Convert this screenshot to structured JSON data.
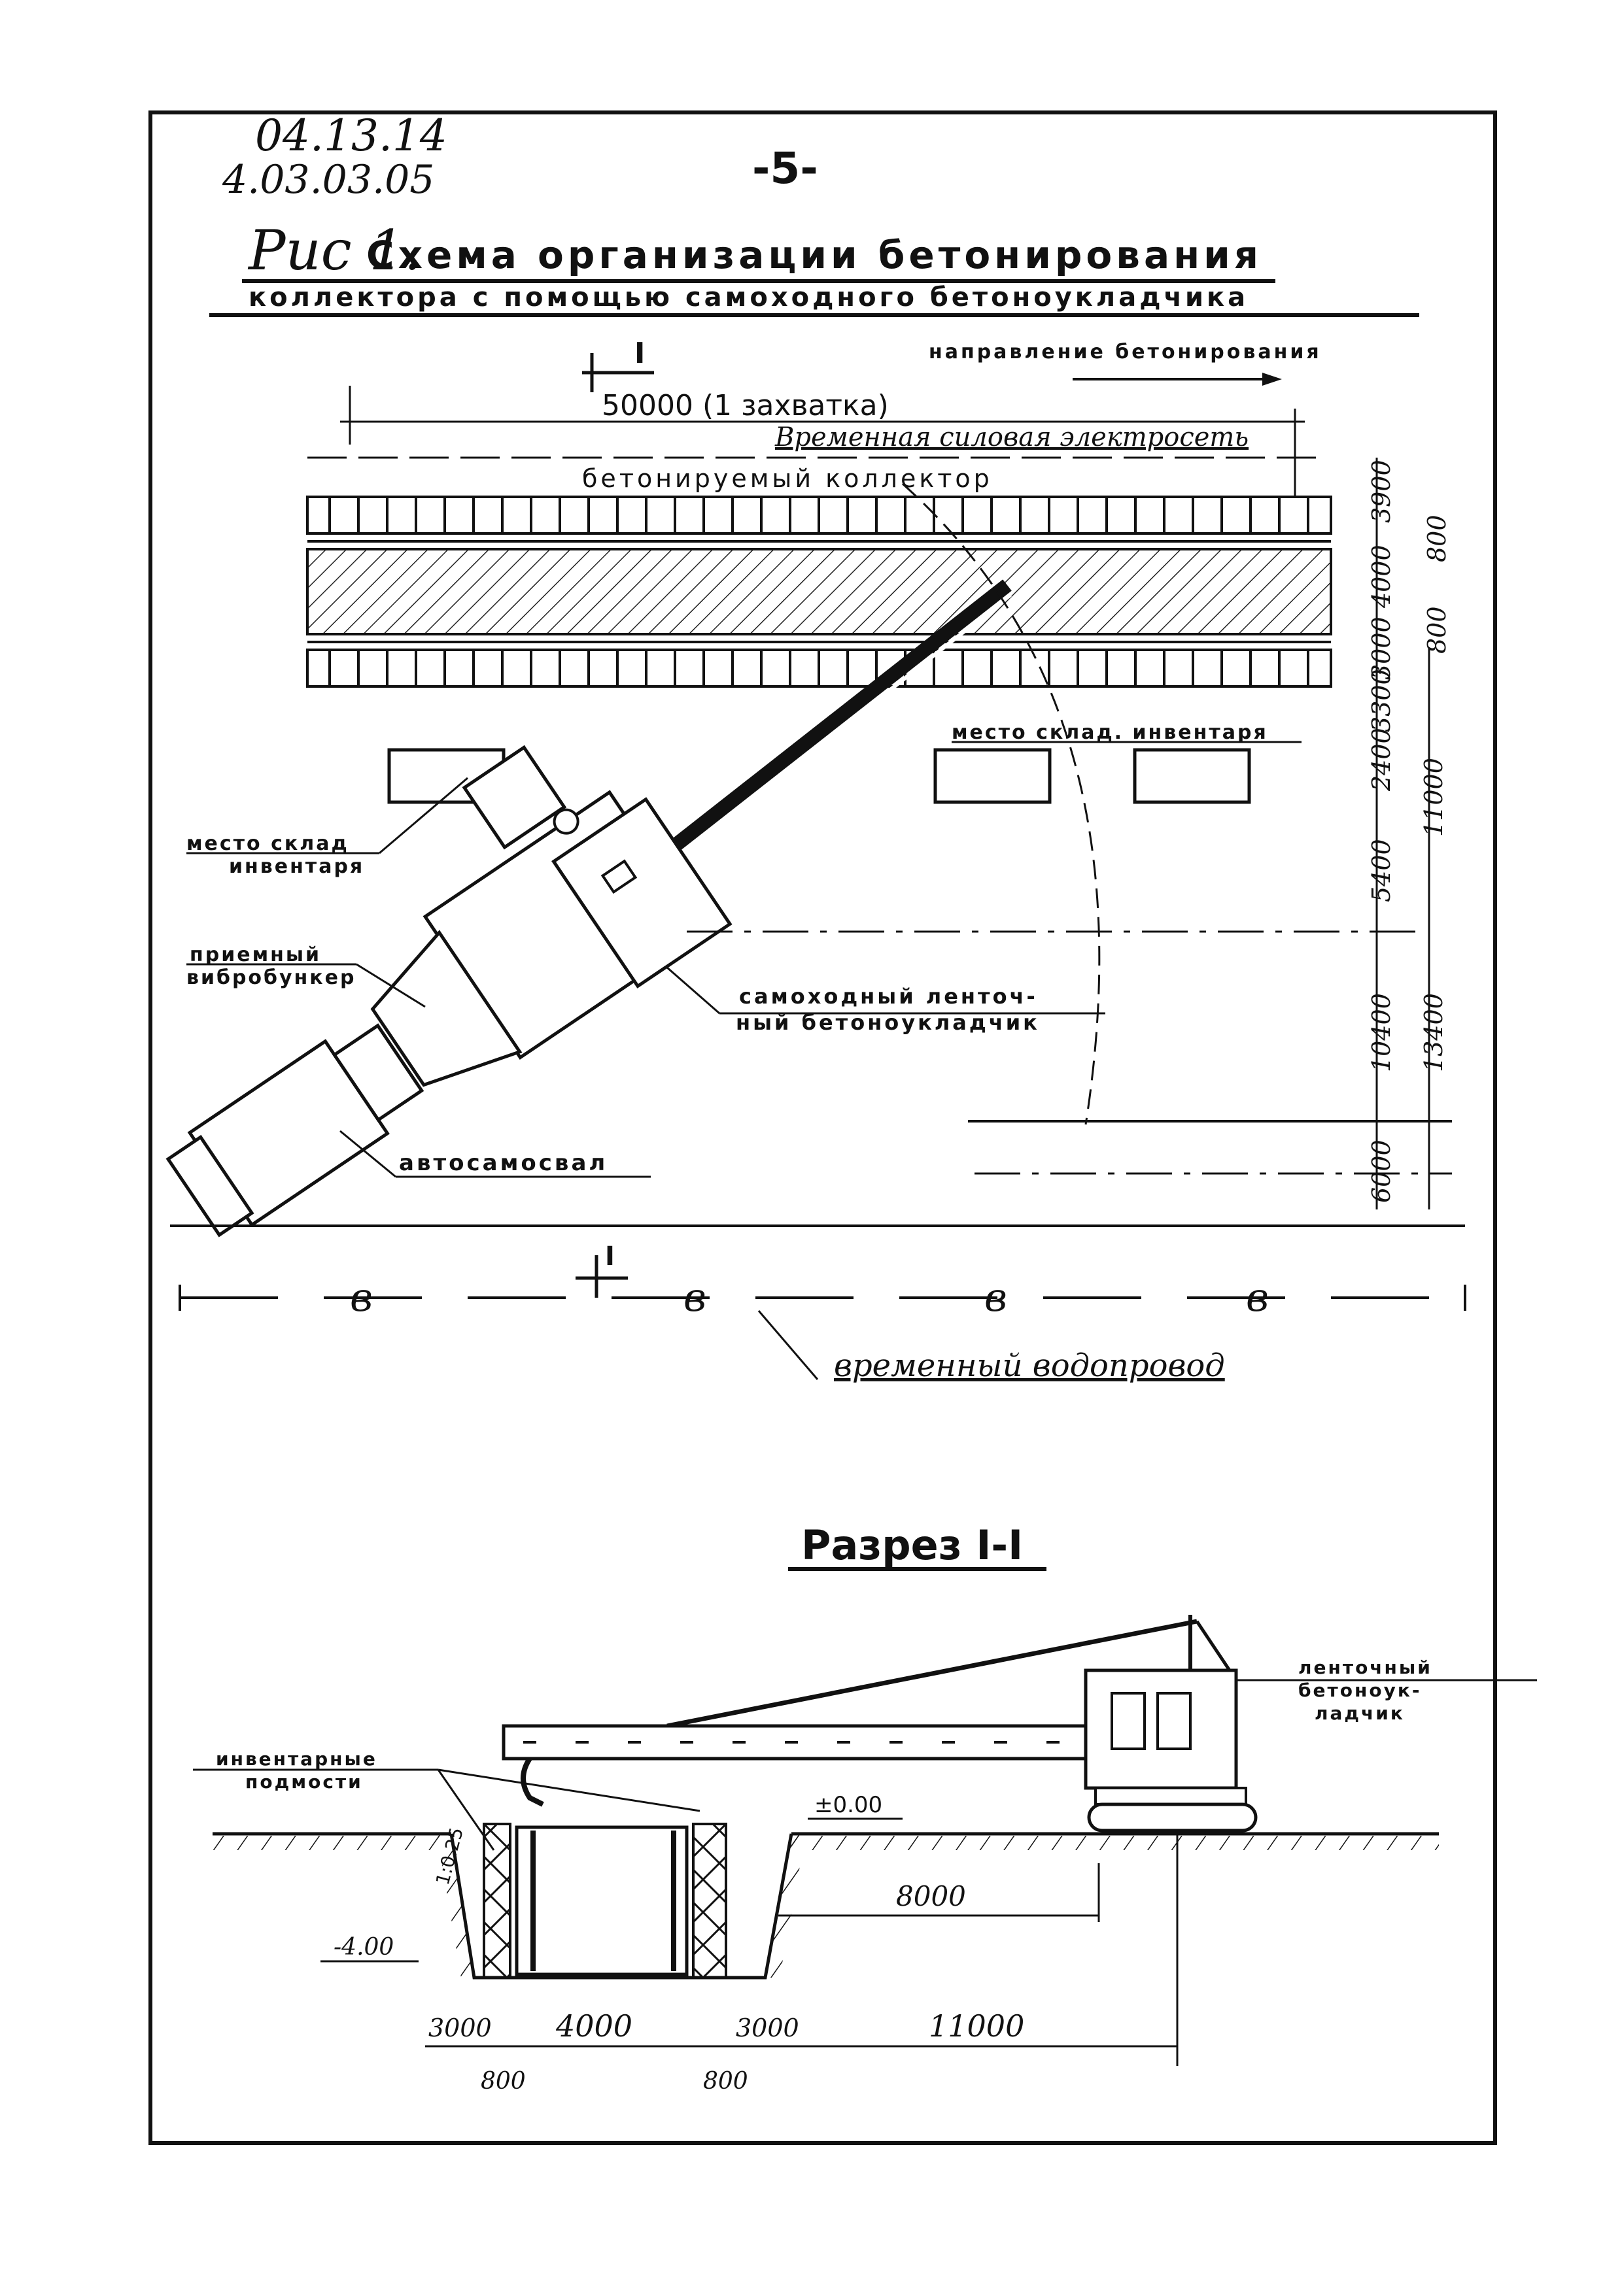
{
  "header": {
    "code_top": "04.13.14",
    "code_bottom": "4.03.03.05",
    "page_number": "-5-"
  },
  "title": {
    "line1_prefix": "Рис 1.",
    "line1": "Схема организации бетонирования",
    "line2": "коллектора с помощью самоходного бетоноукладчика"
  },
  "plan": {
    "direction_label": "направление бетонирования",
    "section_mark": "I",
    "length_label": "50000 (1 захватка)",
    "power_line_label": "Временная силовая электросеть",
    "collector_label": "бетонируемый коллектор",
    "storage_label_right": "место склад. инвентаря",
    "storage_label_left_1": "место склад",
    "storage_label_left_2": "инвентаря",
    "bunker_label_1": "приемный",
    "bunker_label_2": "вибробункер",
    "paver_label_1": "самоходный ленточ-",
    "paver_label_2": "ный бетоноукладчик",
    "truck_label": "автосамосвал",
    "water_mark": "в",
    "water_pipe_label": "временный водопровод",
    "dims_right_1": [
      "3900",
      "4000",
      "3000",
      "3300",
      "2400",
      "5400",
      "10400",
      "6000"
    ],
    "dims_right_2": [
      "800",
      "800",
      "11000",
      "13400"
    ]
  },
  "section": {
    "title": "Разрез I-I",
    "scaffold_label_1": "инвентарные",
    "scaffold_label_2": "подмости",
    "paver_label_1": "ленточный",
    "paver_label_2": "бетоноук-",
    "paver_label_3": "ладчик",
    "level_zero": "±0.00",
    "level_minus": "-4.00",
    "slope": "1:0.25",
    "dim_8000": "8000",
    "dims_bottom": [
      "3000",
      "4000",
      "3000",
      "11000"
    ],
    "dims_bottom_small": [
      "800",
      "800"
    ]
  }
}
